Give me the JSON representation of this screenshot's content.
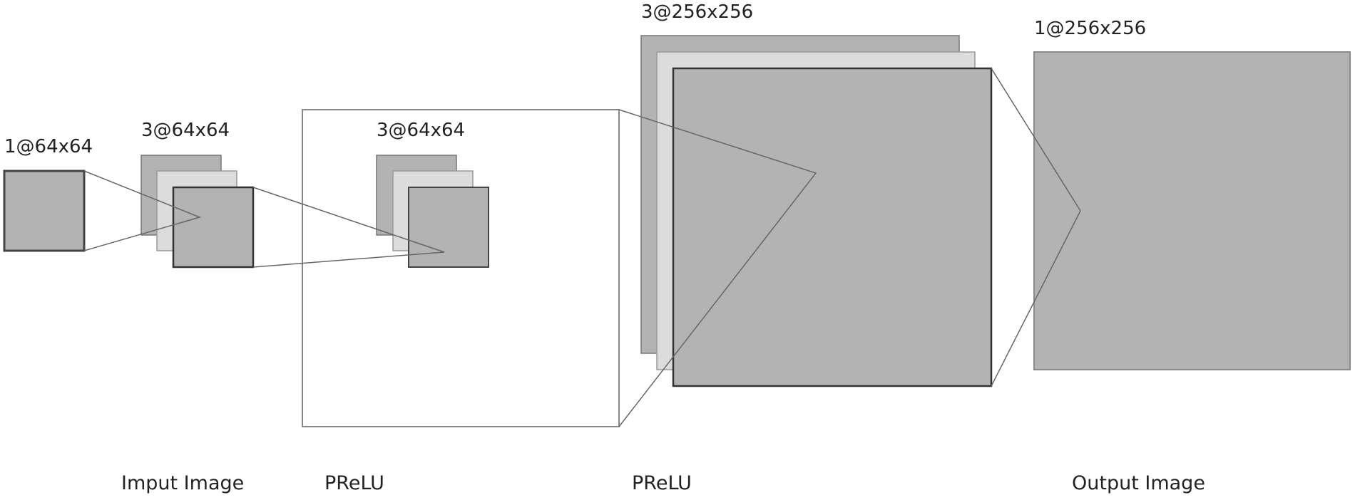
{
  "diagram": {
    "colors": {
      "fill_dark": "#b3b3b3",
      "fill_light": "#dcdcdc",
      "stroke_dark": "#333333",
      "stroke_grey": "#888888",
      "connector": "#666666"
    },
    "blocks": [
      {
        "shape_label": "1@64x64",
        "caption": "Imput Image"
      },
      {
        "shape_label": "3@64x64",
        "caption": ""
      },
      {
        "shape_label": "3@64x64",
        "caption": "PReLU"
      },
      {
        "shape_label": "3@256x256",
        "caption": "PReLU"
      },
      {
        "shape_label": "1@256x256",
        "caption": "Output Image"
      }
    ]
  }
}
